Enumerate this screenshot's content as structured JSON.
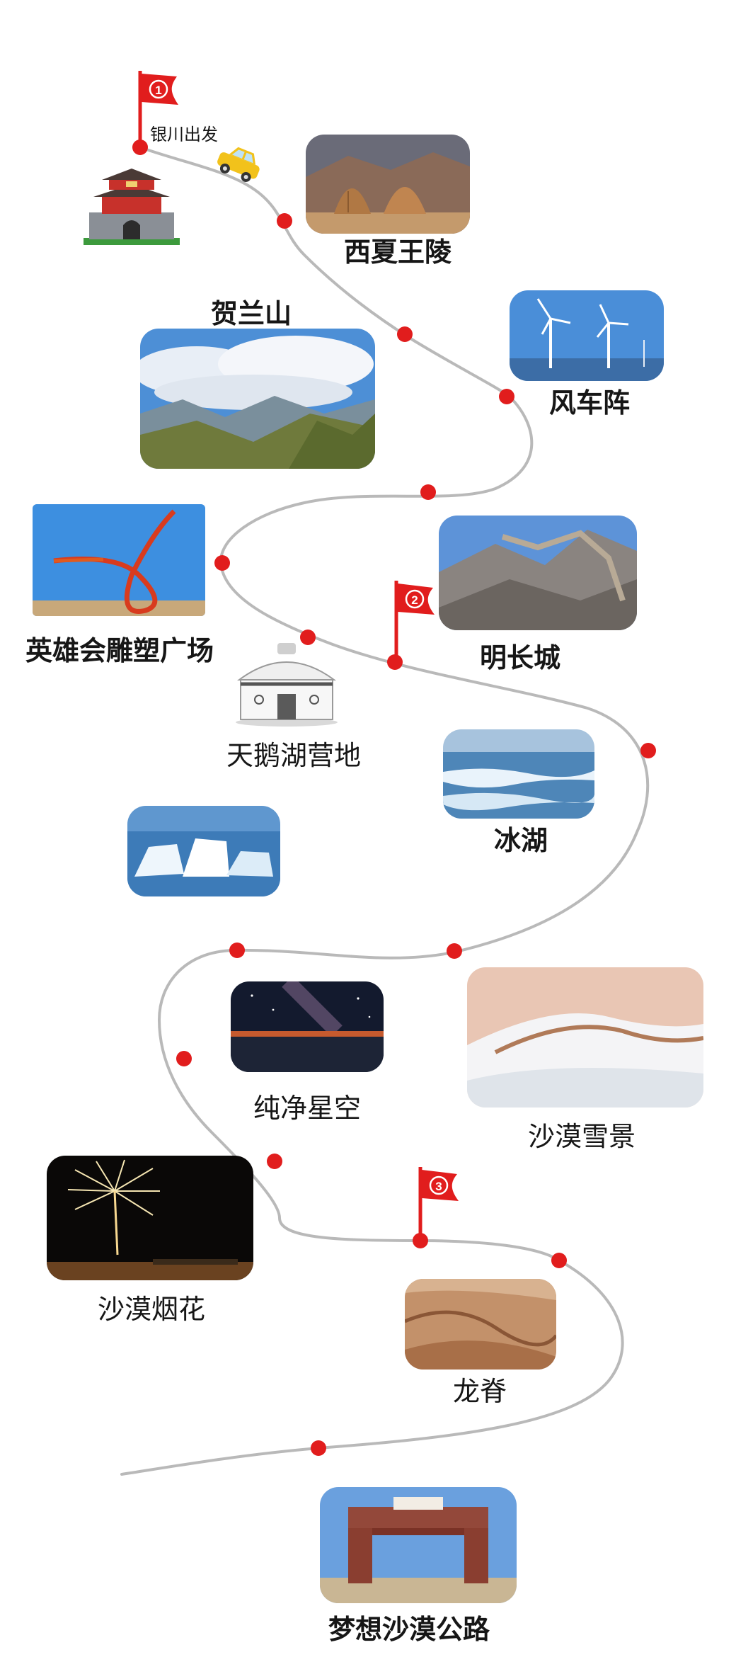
{
  "colors": {
    "route_line": "#b9b9b9",
    "stop_dot": "#e11d1d",
    "flag": "#e11d1d",
    "label_text": "#161616"
  },
  "start": {
    "label": "银川出发"
  },
  "flags": [
    {
      "number": "1"
    },
    {
      "number": "2"
    },
    {
      "number": "3"
    }
  ],
  "spots": [
    {
      "key": "xixia",
      "label": "西夏王陵",
      "icon": "tomb-photo"
    },
    {
      "key": "helan",
      "label": "贺兰山",
      "icon": "mountain-photo"
    },
    {
      "key": "windmill",
      "label": "风车阵",
      "icon": "wind-turbine-photo"
    },
    {
      "key": "hero",
      "label": "英雄会雕塑广场",
      "icon": "sculpture-photo"
    },
    {
      "key": "greatwall",
      "label": "明长城",
      "icon": "great-wall-photo"
    },
    {
      "key": "swan",
      "label": "天鹅湖营地",
      "icon": "yurt-icon"
    },
    {
      "key": "icelake",
      "label": "冰湖",
      "icon": "frozen-lake-photo"
    },
    {
      "key": "icechunk",
      "label": "",
      "icon": "ice-blocks-photo"
    },
    {
      "key": "stars",
      "label": "纯净星空",
      "icon": "night-sky-photo"
    },
    {
      "key": "snowdesert",
      "label": "沙漠雪景",
      "icon": "snow-dune-photo"
    },
    {
      "key": "fireworks",
      "label": "沙漠烟花",
      "icon": "fireworks-photo"
    },
    {
      "key": "dragon",
      "label": "龙脊",
      "icon": "sand-dune-photo"
    },
    {
      "key": "road",
      "label": "梦想沙漠公路",
      "icon": "desert-gate-photo"
    }
  ]
}
